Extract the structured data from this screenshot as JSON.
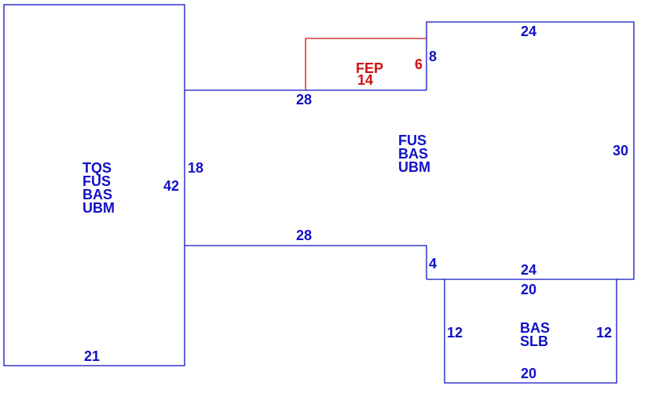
{
  "colors": {
    "outline": "#1010c8",
    "addition": "#d01010"
  },
  "sections": {
    "left": {
      "codes": [
        "TQS",
        "FUS",
        "BAS",
        "UBM"
      ],
      "dim_right": "42",
      "dim_bottom": "21"
    },
    "connector": {
      "dim_top": "28",
      "dim_bottom": "28",
      "dim_left": "18"
    },
    "main": {
      "codes": [
        "FUS",
        "BAS",
        "UBM"
      ],
      "dim_top": "24",
      "dim_right": "30",
      "dim_bottom": "24",
      "dim_upper_left": "8",
      "dim_lower_left": "4"
    },
    "addition": {
      "code": "FEP",
      "dim_bottom": "14",
      "dim_right": "6"
    },
    "lower": {
      "codes": [
        "BAS",
        "SLB"
      ],
      "dim_top": "20",
      "dim_bottom": "20",
      "dim_left": "12",
      "dim_right": "12"
    }
  }
}
